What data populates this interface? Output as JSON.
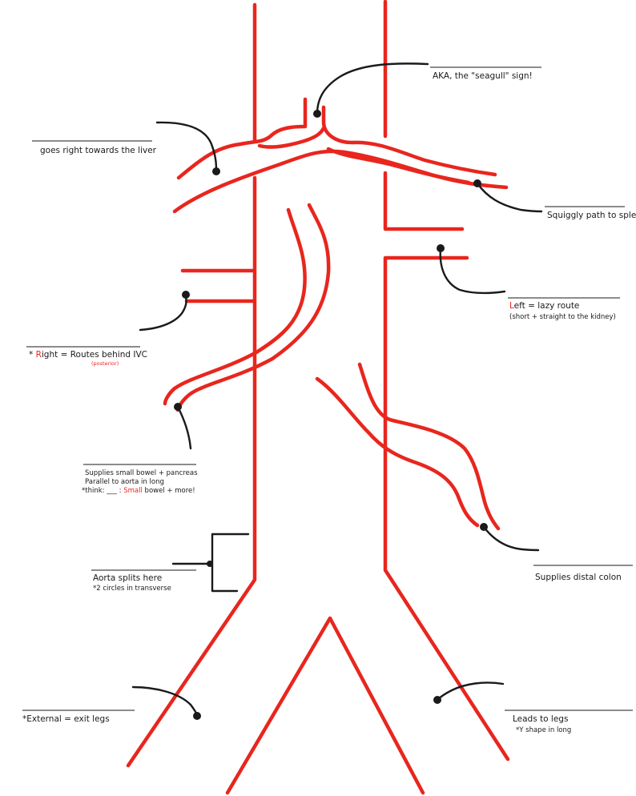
{
  "colors": {
    "vessel": "#e8261e",
    "ink": "#1a1a1a",
    "highlight": "#e8261e"
  },
  "labels": {
    "seagull": "AKA, the \"seagull\" sign!",
    "liver": "goes right towards the liver",
    "spleen": "Squiggly path to spleen",
    "left_renal_1_hl": "L",
    "left_renal_1_rest": "eft = lazy route",
    "left_renal_2": "(short + straight to the kidney)",
    "right_renal_1_prefix": "* ",
    "right_renal_1_hl": "R",
    "right_renal_1_rest": "ight = Routes behind IVC",
    "right_renal_2": "(posterior)",
    "sma_1": "Supplies small bowel + pancreas",
    "sma_2": "Parallel to aorta in long",
    "sma_3_prefix": "*think: ___ : ",
    "sma_3_hl": "S",
    "sma_3_mid": "m",
    "sma_3_hl2": "all",
    "sma_3_rest": " bowel + more!",
    "bifurcation_1": "Aorta splits here",
    "bifurcation_2": "*2 circles in transverse",
    "ima": "Supplies distal colon",
    "external": "*External = exit legs",
    "legs_1": "Leads to legs",
    "legs_2": "*Y shape in long"
  }
}
